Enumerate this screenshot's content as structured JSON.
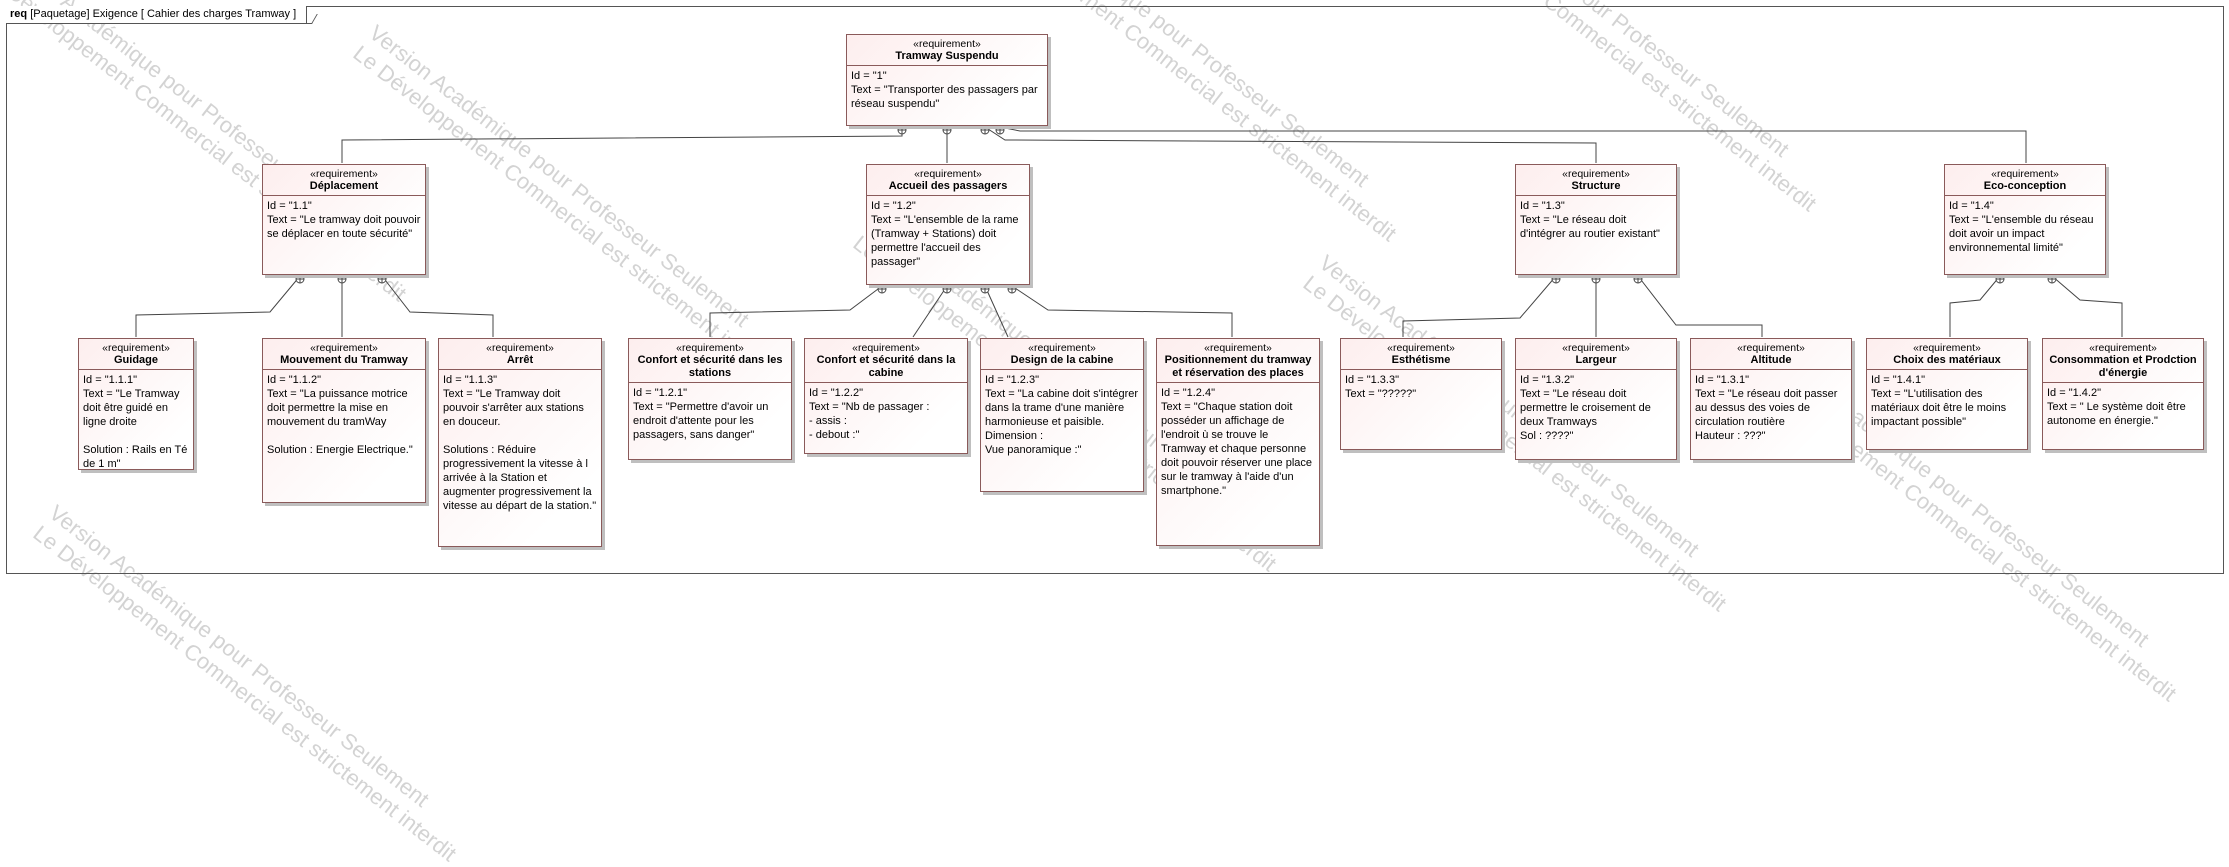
{
  "frame": {
    "kind": "req",
    "title": "[Paquetage] Exigence [ Cahier des charges Tramway ]"
  },
  "watermark_text": [
    "Version Académique pour Professeur Seulement",
    "Le Développement Commercial est strictement interdit"
  ],
  "requirements": {
    "r1": {
      "stereotype": "«requirement»",
      "name": "Tramway Suspendu",
      "id": "Id = \"1\"",
      "text": "Text = \"Transporter des passagers par réseau suspendu\""
    },
    "r11": {
      "stereotype": "«requirement»",
      "name": "Déplacement",
      "id": "Id = \"1.1\"",
      "text": "Text = \"Le tramway doit pouvoir se déplacer en toute sécurité\""
    },
    "r12": {
      "stereotype": "«requirement»",
      "name": "Accueil des passagers",
      "id": "Id = \"1.2\"",
      "text": "Text = \"L'ensemble de la rame (Tramway + Stations) doit permettre l'accueil des passager\""
    },
    "r13": {
      "stereotype": "«requirement»",
      "name": "Structure",
      "id": "Id = \"1.3\"",
      "text": "Text = \"Le réseau doit d'intégrer au routier existant\""
    },
    "r14": {
      "stereotype": "«requirement»",
      "name": "Eco-conception",
      "id": "Id = \"1.4\"",
      "text": "Text = \"L'ensemble du réseau doit avoir un impact environnemental limité\""
    },
    "r111": {
      "stereotype": "«requirement»",
      "name": "Guidage",
      "id": "Id = \"1.1.1\"",
      "text": "Text = \"Le Tramway doit être guidé en ligne droite\n\nSolution : Rails en Té de 1 m\""
    },
    "r112": {
      "stereotype": "«requirement»",
      "name": "Mouvement du Tramway",
      "id": "Id = \"1.1.2\"",
      "text": "Text = \"La puissance motrice doit permettre la mise en mouvement du tramWay\n\nSolution : Energie Electrique.\""
    },
    "r113": {
      "stereotype": "«requirement»",
      "name": "Arrêt",
      "id": "Id = \"1.1.3\"",
      "text": "Text = \"Le Tramway doit pouvoir s'arrêter aux stations en douceur.\n\nSolutions : Réduire progressivement la vitesse à l arrivée à la Station et augmenter progressivement la vitesse au départ de la station.\""
    },
    "r121": {
      "stereotype": "«requirement»",
      "name": "Confort et sécurité dans les stations",
      "id": "Id = \"1.2.1\"",
      "text": "Text = \"Permettre d'avoir un endroit d'attente pour les passagers, sans danger\""
    },
    "r122": {
      "stereotype": "«requirement»",
      "name": "Confort et sécurité dans la cabine",
      "id": "Id = \"1.2.2\"",
      "text": "Text = \"Nb de passager :\n- assis :\n- debout :\""
    },
    "r123": {
      "stereotype": "«requirement»",
      "name": "Design de la cabine",
      "id": "Id = \"1.2.3\"",
      "text": "Text = \"La cabine doit s'intégrer dans la trame d'une manière harmonieuse et paisible.\nDimension :\nVue panoramique :\""
    },
    "r124": {
      "stereotype": "«requirement»",
      "name": "Positionnement du tramway et réservation des places",
      "id": "Id = \"1.2.4\"",
      "text": "Text = \"Chaque station doit posséder un affichage de l'endroit ù se trouve le Tramway et chaque personne doit pouvoir réserver une place sur le tramway à l'aide d'un smartphone.\""
    },
    "r133": {
      "stereotype": "«requirement»",
      "name": "Esthétisme",
      "id": "Id = \"1.3.3\"",
      "text": "Text = \"?????\""
    },
    "r132": {
      "stereotype": "«requirement»",
      "name": "Largeur",
      "id": "Id = \"1.3.2\"",
      "text": "Text = \"Le réseau doit permettre le croisement de deux Tramways\nSol : ????\""
    },
    "r131": {
      "stereotype": "«requirement»",
      "name": "Altitude",
      "id": "Id = \"1.3.1\"",
      "text": "Text = \"Le réseau doit passer au dessus des voies de circulation routière\nHauteur : ???\""
    },
    "r141": {
      "stereotype": "«requirement»",
      "name": "Choix des matériaux",
      "id": "Id = \"1.4.1\"",
      "text": "Text = \"L'utilisation des matériaux doit être le moins impactant possible\""
    },
    "r142": {
      "stereotype": "«requirement»",
      "name": "Consommation et Prodction d'énergie",
      "id": "Id = \"1.4.2\"",
      "text": "Text = \" Le système doit être autonome en énergie.\""
    }
  }
}
